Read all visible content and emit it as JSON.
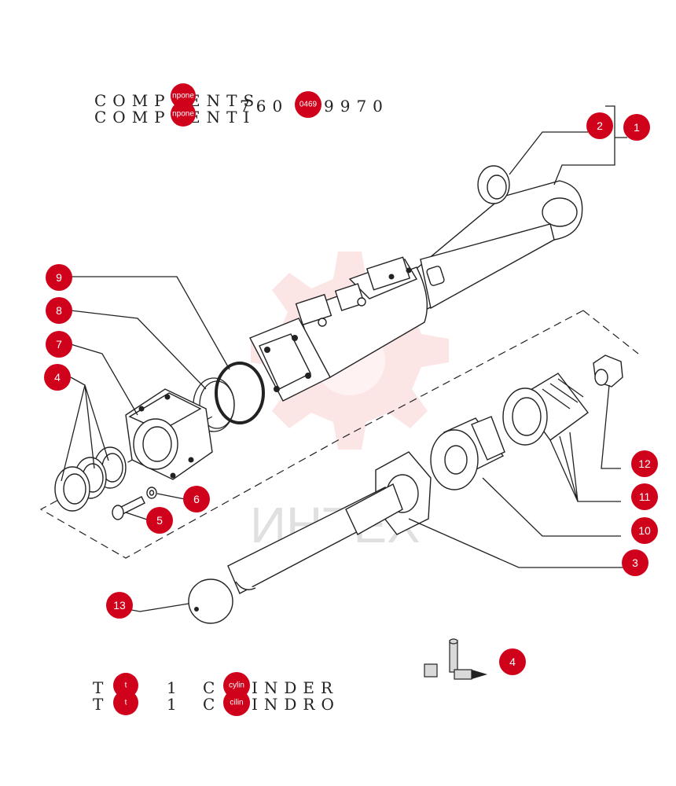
{
  "header": {
    "line1": "COMP",
    "line1b": "ENTS",
    "line2": "COMP",
    "line2b": "ENTI",
    "code": "760",
    "code_mid": "9970",
    "stamp_upper": "npone",
    "stamp_lower": "npone",
    "stamp_code": "0469"
  },
  "footer": {
    "line1_a": "T",
    "line1_b": "1",
    "line1_c": "C",
    "line1_d": "INDER",
    "line2_a": "T",
    "line2_b": "1",
    "line2_c": "C",
    "line2_d": "INDRO",
    "stamp_t": "t",
    "stamp_cyl_upper": "cylin",
    "stamp_cyl_lower": "cilin"
  },
  "watermark": {
    "text": "ИНТЕХ"
  },
  "callouts": [
    {
      "id": "1",
      "label": "1"
    },
    {
      "id": "2",
      "label": "2"
    },
    {
      "id": "3",
      "label": "3"
    },
    {
      "id": "4a",
      "label": "4"
    },
    {
      "id": "4b",
      "label": "4"
    },
    {
      "id": "5",
      "label": "5"
    },
    {
      "id": "6",
      "label": "6"
    },
    {
      "id": "7",
      "label": "7"
    },
    {
      "id": "8",
      "label": "8"
    },
    {
      "id": "9",
      "label": "9"
    },
    {
      "id": "10",
      "label": "10"
    },
    {
      "id": "11",
      "label": "11"
    },
    {
      "id": "12",
      "label": "12"
    },
    {
      "id": "13",
      "label": "13"
    }
  ],
  "colors": {
    "callout": "#d0021b",
    "line": "#222222"
  }
}
